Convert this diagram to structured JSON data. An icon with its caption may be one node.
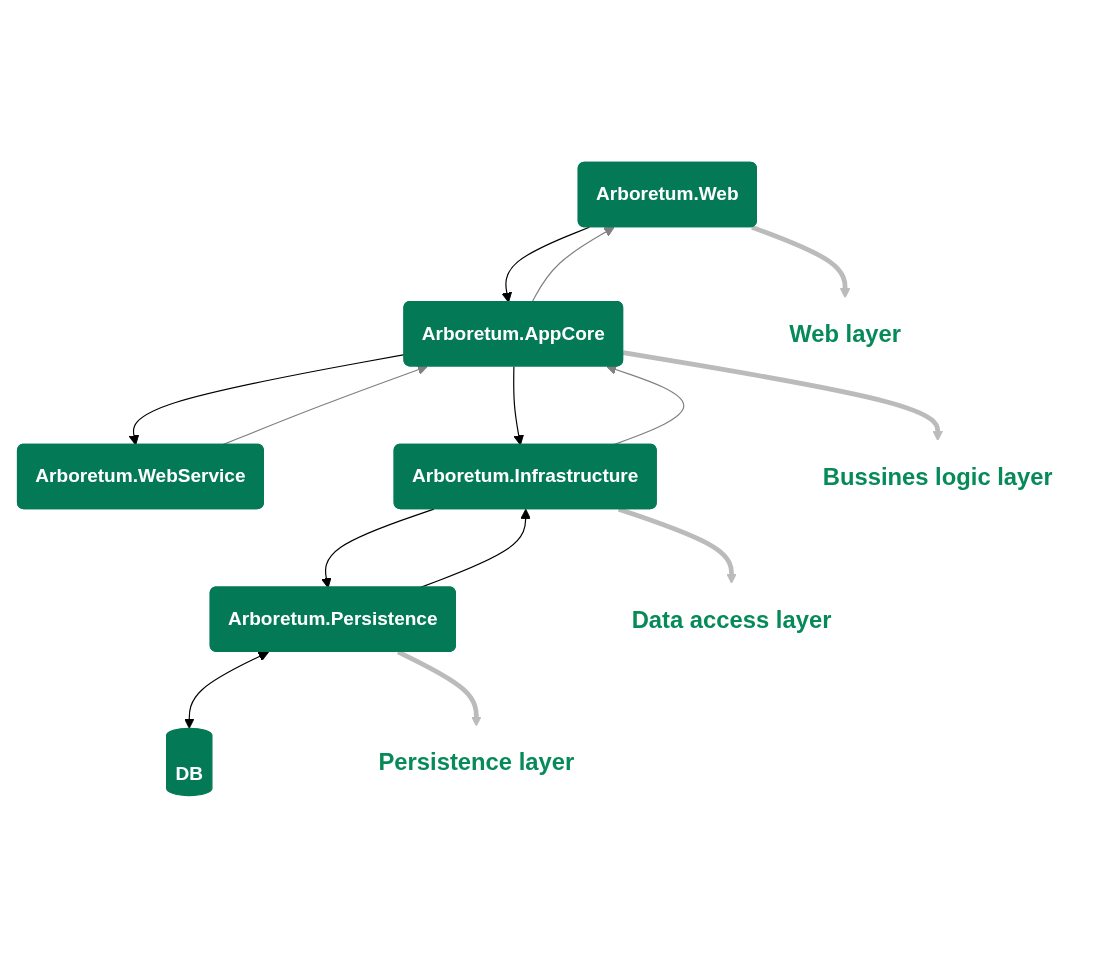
{
  "diagram": {
    "nodes": [
      {
        "text": [
          "Arboretum.Web"
        ]
      },
      {
        "text": [
          "Arboretum.AppCore"
        ]
      },
      {
        "text": [
          "Arboretum.WebService"
        ]
      },
      {
        "text": [
          "Arboretum.Infrastructure"
        ]
      },
      {
        "text": [
          "Arboretum.Persistence"
        ]
      },
      {
        "text": [
          "DB"
        ]
      },
      {
        "text": [
          "Web layer"
        ]
      },
      {
        "text": [
          "Bussines logic layer"
        ]
      },
      {
        "text": [
          "Data access layer"
        ]
      },
      {
        "text": [
          "Persistence layer"
        ]
      }
    ],
    "edges": [
      {
        "from": 1,
        "to": 0,
        "arrow": "to",
        "color": "#808080"
      },
      {
        "from": 0,
        "to": 1,
        "arrow": "to"
      },
      {
        "from": 2,
        "to": 1,
        "arrow": "to",
        "color": "#808080"
      },
      {
        "from": 1,
        "to": 2,
        "arrow": "to"
      },
      {
        "from": 3,
        "to": 1,
        "arrow": "to",
        "color": "#808080"
      },
      {
        "from": 1,
        "to": 3,
        "arrow": "to"
      },
      {
        "from": 4,
        "to": 3,
        "arrow": "to"
      },
      {
        "from": 3,
        "to": 4,
        "arrow": "to"
      },
      {
        "from": 4,
        "to": 5,
        "arrow": "both"
      },
      {
        "from": 0,
        "to": 6,
        "arrow": "to",
        "style": "thick",
        "color": "#bbbbbb"
      },
      {
        "from": 1,
        "to": 7,
        "arrow": "to",
        "style": "thick",
        "color": "#bbbbbb"
      },
      {
        "from": 3,
        "to": 8,
        "arrow": "to",
        "style": "thick",
        "color": "#bbbbbb"
      },
      {
        "from": 4,
        "to": 9,
        "arrow": "to",
        "style": "thick",
        "color": "#bbbbbb"
      }
    ]
  }
}
